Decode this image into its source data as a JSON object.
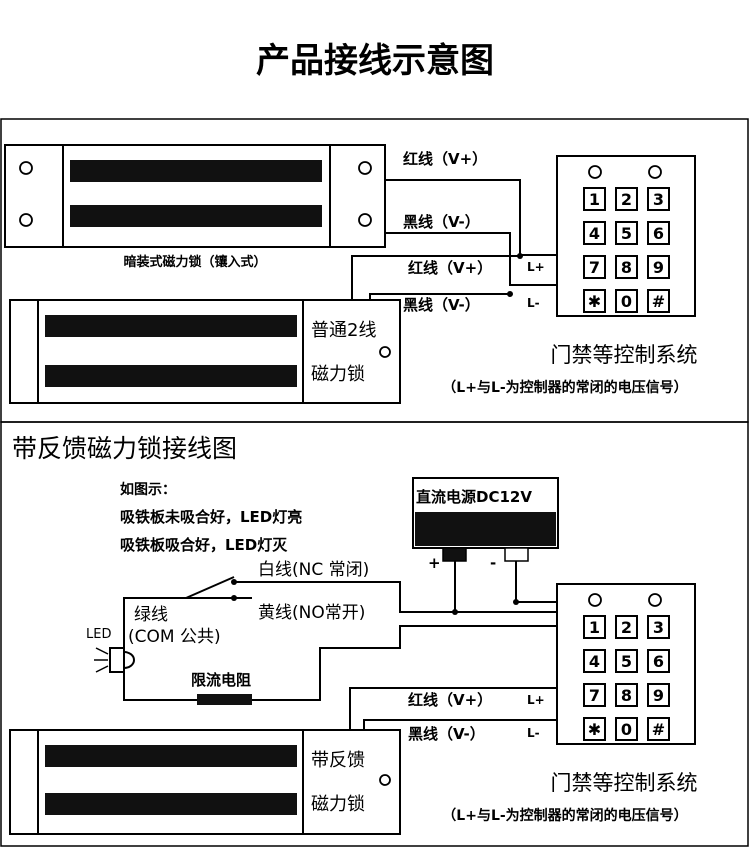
{
  "page_title": "产品接线示意图",
  "top": {
    "lock_embedded_label": "暗装式磁力锁（镶入式）",
    "wire_red_1": "红线（V+）",
    "wire_black_1": "黑线（V-）",
    "wire_red_2": "红线（V+）",
    "wire_black_2": "黑线（V-）",
    "lplus": "L+",
    "lminus": "L-",
    "lock2_line1": "普通2线",
    "lock2_line2": "磁力锁",
    "system_title": "门禁等控制系统",
    "system_note": "（L+与L-为控制器的常闭的电压信号）"
  },
  "bottom": {
    "section_title": "带反馈磁力锁接线图",
    "note_title": "如图示：",
    "note_line1": "吸铁板未吸合好，LED灯亮",
    "note_line2": "吸铁板吸合好，LED灯灭",
    "psu_label": "直流电源DC12V",
    "psu_plus": "+",
    "psu_minus": "-",
    "wire_white": "白线(NC 常闭)",
    "wire_yellow": "黄线(NO常开)",
    "wire_green": "绿线",
    "com_label": "(COM 公共)",
    "led_label": "LED",
    "resistor_label": "限流电阻",
    "wire_red": "红线（V+）",
    "wire_black": "黑线（V-）",
    "lplus": "L+",
    "lminus": "L-",
    "lock_line1": "带反馈",
    "lock_line2": "磁力锁",
    "system_title": "门禁等控制系统",
    "system_note": "（L+与L-为控制器的常闭的电压信号）"
  },
  "keypad_keys": [
    "1",
    "2",
    "3",
    "4",
    "5",
    "6",
    "7",
    "8",
    "9",
    "✱",
    "0",
    "#"
  ]
}
